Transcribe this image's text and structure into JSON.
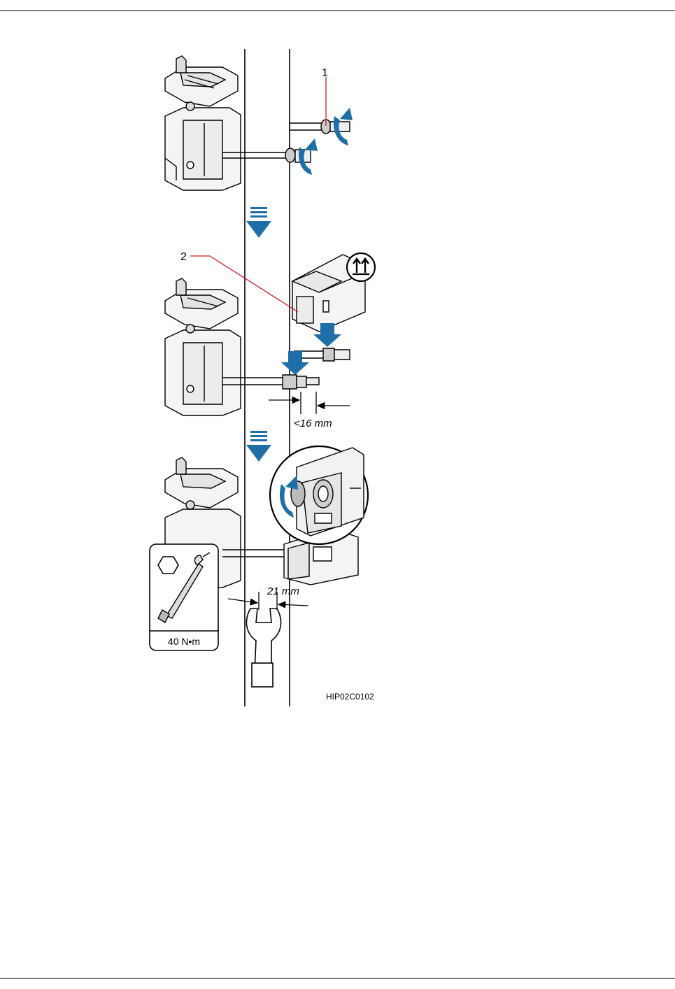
{
  "callouts": {
    "one": "1",
    "two": "2"
  },
  "dimensions": {
    "gap": "<16 mm",
    "wrench_size": "21 mm"
  },
  "torque": {
    "value": "40 N•m"
  },
  "figure_id": "HIP02C0102",
  "colors": {
    "arrow_blue": "#1e6ea8",
    "callout_red": "#d01f27",
    "line": "#000000"
  },
  "icons": [
    "hexagon-nut-icon",
    "torque-wrench-icon",
    "this-side-up-icon",
    "open-end-wrench-icon",
    "rotate-arrow-icon",
    "step-down-arrow-icon"
  ]
}
